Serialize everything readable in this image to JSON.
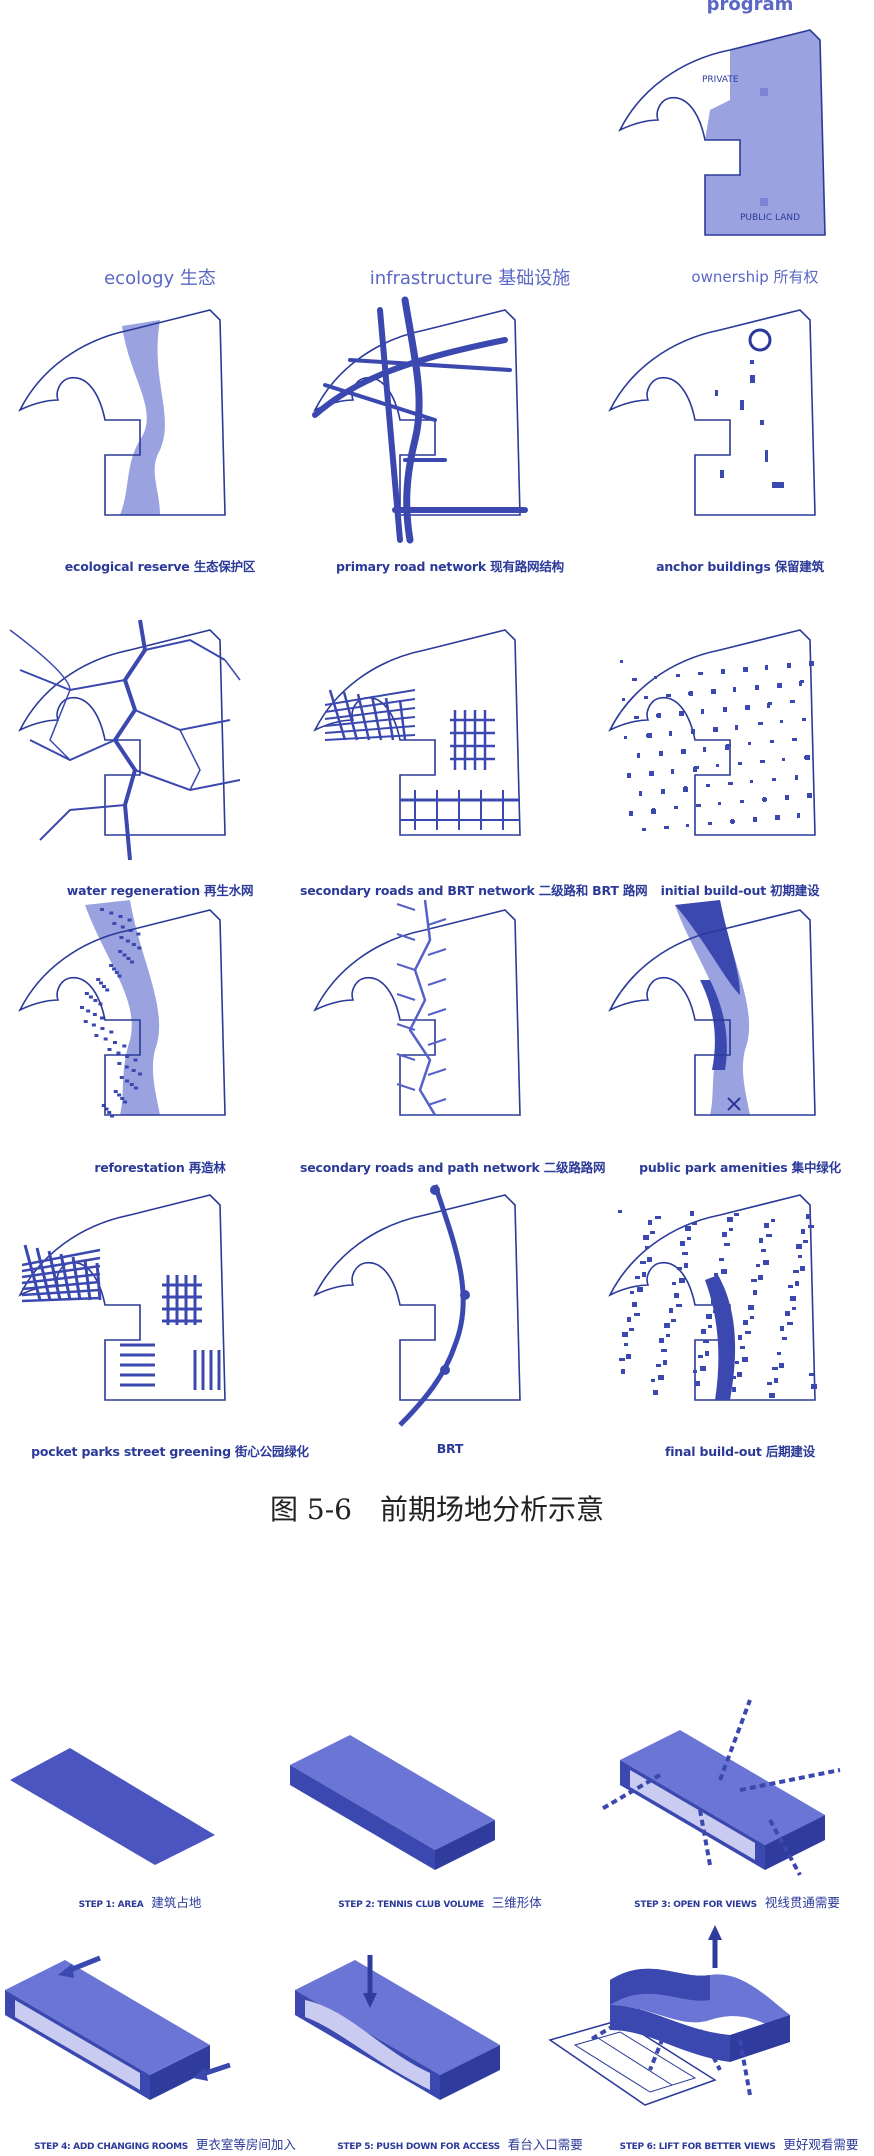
{
  "header_program": "program",
  "column_headers": [
    "ecology 生态",
    "infrastructure 基础设施",
    "ownership 所有权"
  ],
  "ownership_labels": {
    "private": "PRIVATE",
    "public": "PUBLIC LAND"
  },
  "captions": [
    "ecological reserve 生态保护区",
    "primary road network 现有路网结构",
    "anchor buildings 保留建筑",
    "water regeneration 再生水网",
    "secondary roads and BRT network 二级路和 BRT 路网",
    "initial build-out 初期建设",
    "reforestation 再造林",
    "secondary roads and path network 二级路路网",
    "public park amenities 集中绿化",
    "pocket parks street greening 街心公园绿化",
    "BRT",
    "final build-out 后期建设"
  ],
  "figure_caption": "图 5-6　前期场地分析示意",
  "steps": [
    {
      "en": "STEP 1: AREA",
      "cn": "建筑占地"
    },
    {
      "en": "STEP 2: TENNIS CLUB VOLUME",
      "cn": "三维形体"
    },
    {
      "en": "STEP 3: OPEN FOR VIEWS",
      "cn": "视线贯通需要"
    },
    {
      "en": "STEP 4: ADD CHANGING ROOMS",
      "cn": "更衣室等房间加入"
    },
    {
      "en": "STEP 5: PUSH DOWN FOR ACCESS",
      "cn": "看台入口需要"
    },
    {
      "en": "STEP 6: LIFT FOR BETTER VIEWS",
      "cn": "更好观看需要"
    }
  ],
  "colors": {
    "ink": "#2b3a99",
    "fill": "#9aa2e0",
    "dark": "#3a48b0",
    "face": "#5561c9"
  }
}
